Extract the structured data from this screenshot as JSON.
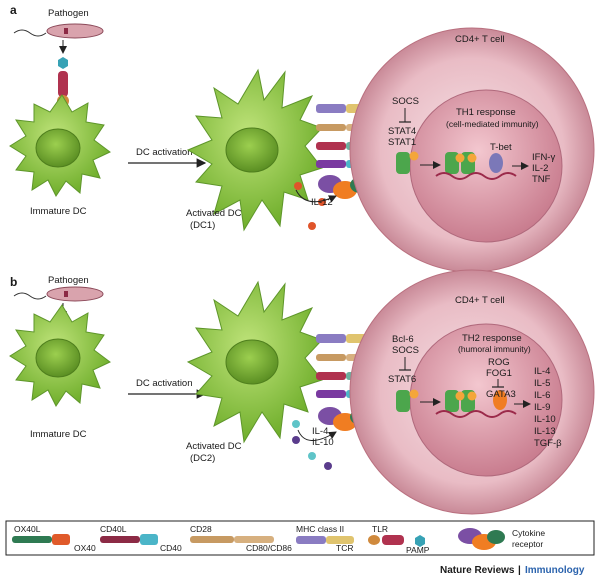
{
  "panels": [
    {
      "label": "a",
      "pathogen": "Pathogen",
      "immature_dc": "Immature DC",
      "dc_activation": "DC activation",
      "activated_dc_line1": "Activated DC",
      "activated_dc_line2": "(DC1)",
      "cytokine": [
        "IL-12"
      ],
      "tcell_title": "CD4+ T cell",
      "inhibitors": [
        "SOCS"
      ],
      "stats": [
        "STAT4",
        "STAT1"
      ],
      "response_line1": "TH1 response",
      "response_line2": "(cell-mediated immunity)",
      "tf": "T-bet",
      "tf_regulators": [],
      "outputs": [
        "IFN-γ",
        "IL-2",
        "TNF"
      ],
      "colors": {
        "tf": "#7b78b8"
      }
    },
    {
      "label": "b",
      "pathogen": "Pathogen",
      "immature_dc": "Immature DC",
      "dc_activation": "DC activation",
      "activated_dc_line1": "Activated DC",
      "activated_dc_line2": "(DC2)",
      "cytokine": [
        "IL-4",
        "IL-10"
      ],
      "tcell_title": "CD4+ T cell",
      "inhibitors": [
        "Bcl-6",
        "SOCS"
      ],
      "stats": [
        "STAT6"
      ],
      "response_line1": "TH2 response",
      "response_line2": "(humoral immunity)",
      "tf": "GATA3",
      "tf_regulators": [
        "ROG",
        "FOG1"
      ],
      "outputs": [
        "IL-4",
        "IL-5",
        "IL-6",
        "IL-9",
        "IL-10",
        "IL-13",
        "TGF-β"
      ],
      "colors": {
        "tf": "#f07d22"
      }
    }
  ],
  "legend": {
    "ox40l": "OX40L",
    "ox40": "OX40",
    "cd40l": "CD40L",
    "cd40": "CD40",
    "cd28": "CD28",
    "cd80": "CD80/CD86",
    "mhc": "MHC class II",
    "tcr": "TCR",
    "tlr": "TLR",
    "pamp": "PAMP",
    "cytokine_receptor_1": "Cytokine",
    "cytokine_receptor_2": "receptor"
  },
  "footer": {
    "journal": "Nature Reviews",
    "separator": "|",
    "section": "Immunology"
  },
  "colors": {
    "dc_green": "#8cc63f",
    "nucleus": "#6e9c2e",
    "tcell_pink": "#e8b8c0",
    "stat_green": "#4ca64c",
    "phospho": "#f4a63a",
    "dna": "#9b2a4a",
    "brand_blue": "#2b63ad"
  }
}
